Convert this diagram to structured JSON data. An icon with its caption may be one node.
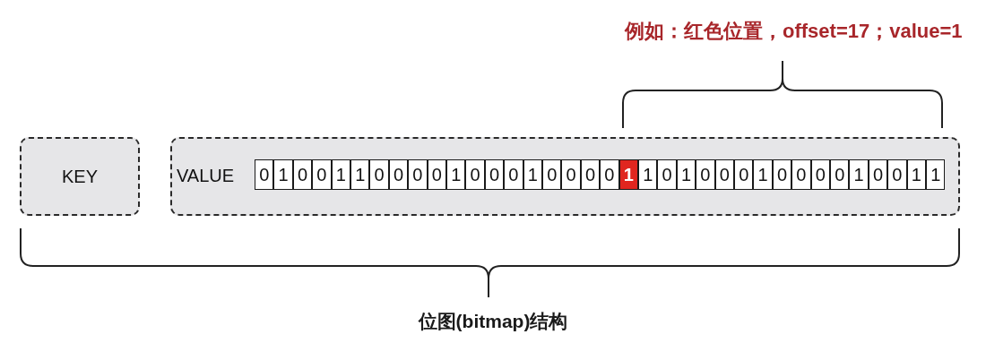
{
  "diagram": {
    "caption": "位图(bitmap)结构",
    "nodes": [
      {
        "text": [
          "KEY"
        ]
      },
      {
        "text": [
          "VALUE"
        ]
      },
      {
        "text": [
          "0"
        ],
        "in": 1
      },
      {
        "text": [
          "1"
        ],
        "in": 1
      },
      {
        "text": [
          "0"
        ],
        "in": 1
      },
      {
        "text": [
          "0"
        ],
        "in": 1
      },
      {
        "text": [
          "1"
        ],
        "in": 1
      },
      {
        "text": [
          "1"
        ],
        "in": 1
      },
      {
        "text": [
          "0"
        ],
        "in": 1
      },
      {
        "text": [
          "0"
        ],
        "in": 1
      },
      {
        "text": [
          "0"
        ],
        "in": 1
      },
      {
        "text": [
          "0"
        ],
        "in": 1
      },
      {
        "text": [
          "1"
        ],
        "in": 1
      },
      {
        "text": [
          "0"
        ],
        "in": 1
      },
      {
        "text": [
          "0"
        ],
        "in": 1
      },
      {
        "text": [
          "0"
        ],
        "in": 1
      },
      {
        "text": [
          "1"
        ],
        "in": 1
      },
      {
        "text": [
          "0"
        ],
        "in": 1
      },
      {
        "text": [
          "0"
        ],
        "in": 1
      },
      {
        "text": [
          "0"
        ],
        "in": 1
      },
      {
        "text": [
          "0"
        ],
        "in": 1
      },
      {
        "text": [
          "1"
        ],
        "in": 1
      },
      {
        "text": [
          "1"
        ],
        "in": 1
      },
      {
        "text": [
          "0"
        ],
        "in": 1
      },
      {
        "text": [
          "1"
        ],
        "in": 1
      },
      {
        "text": [
          "0"
        ],
        "in": 1
      },
      {
        "text": [
          "0"
        ],
        "in": 1
      },
      {
        "text": [
          "0"
        ],
        "in": 1
      },
      {
        "text": [
          "1"
        ],
        "in": 1
      },
      {
        "text": [
          "0"
        ],
        "in": 1
      },
      {
        "text": [
          "0"
        ],
        "in": 1
      },
      {
        "text": [
          "0"
        ],
        "in": 1
      },
      {
        "text": [
          "0"
        ],
        "in": 1
      },
      {
        "text": [
          "1"
        ],
        "in": 1
      },
      {
        "text": [
          "0"
        ],
        "in": 1
      },
      {
        "text": [
          "0"
        ],
        "in": 1
      },
      {
        "text": [
          "1"
        ],
        "in": 1
      },
      {
        "text": [
          "1"
        ],
        "in": 1
      }
    ],
    "labels": [
      "例如：红色位置，offset=17；value=1"
    ]
  }
}
